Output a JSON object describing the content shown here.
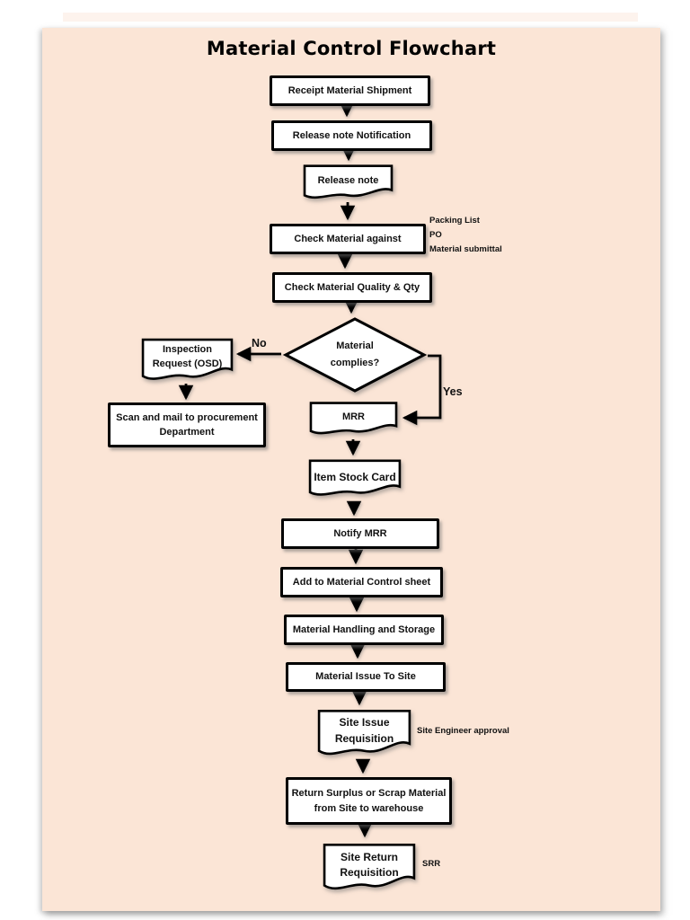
{
  "page": {
    "title": "Material Control Flowchart"
  },
  "nodes": [
    {
      "id": "receipt-material-shipment",
      "type": "process",
      "label": "Receipt Material Shipment"
    },
    {
      "id": "release-note-notification",
      "type": "process",
      "label": "Release note Notification"
    },
    {
      "id": "release-note",
      "type": "document",
      "label": "Release note"
    },
    {
      "id": "check-material-against",
      "type": "process",
      "label": "Check Material against"
    },
    {
      "id": "check-material-quality",
      "type": "process",
      "label": "Check Material Quality & Qty"
    },
    {
      "id": "material-complies",
      "type": "decision",
      "label": "Material complies?"
    },
    {
      "id": "inspection-request-osd",
      "type": "document",
      "label": "Inspection Request (OSD)"
    },
    {
      "id": "scan-and-mail",
      "type": "process",
      "label": "Scan and mail to procurement Department"
    },
    {
      "id": "mrr",
      "type": "document",
      "label": "MRR"
    },
    {
      "id": "item-stock-card",
      "type": "document",
      "label": "Item Stock Card"
    },
    {
      "id": "notify-mrr",
      "type": "process",
      "label": "Notify MRR"
    },
    {
      "id": "add-to-material-control-sheet",
      "type": "process",
      "label": "Add to Material Control sheet"
    },
    {
      "id": "material-handling-storage",
      "type": "process",
      "label": "Material Handling and Storage"
    },
    {
      "id": "material-issue-to-site",
      "type": "process",
      "label": "Material Issue To Site"
    },
    {
      "id": "site-issue-requisition",
      "type": "document",
      "label": "Site Issue Requisition"
    },
    {
      "id": "return-surplus",
      "type": "process",
      "label": "Return Surplus or Scrap Material from Site to warehouse"
    },
    {
      "id": "site-return-requisition",
      "type": "document",
      "label": "Site Return Requisition"
    }
  ],
  "edges": {
    "no_label": "No",
    "yes_label": "Yes"
  },
  "annotations": {
    "check_refs": [
      "Packing List",
      "PO",
      "Material submittal"
    ],
    "site_issue": "Site Engineer approval",
    "site_return": "SRR"
  },
  "colors": {
    "page_bg": "#fbe5d6",
    "shape_fill": "#ffffff",
    "line": "#000000",
    "text": "#111111"
  }
}
